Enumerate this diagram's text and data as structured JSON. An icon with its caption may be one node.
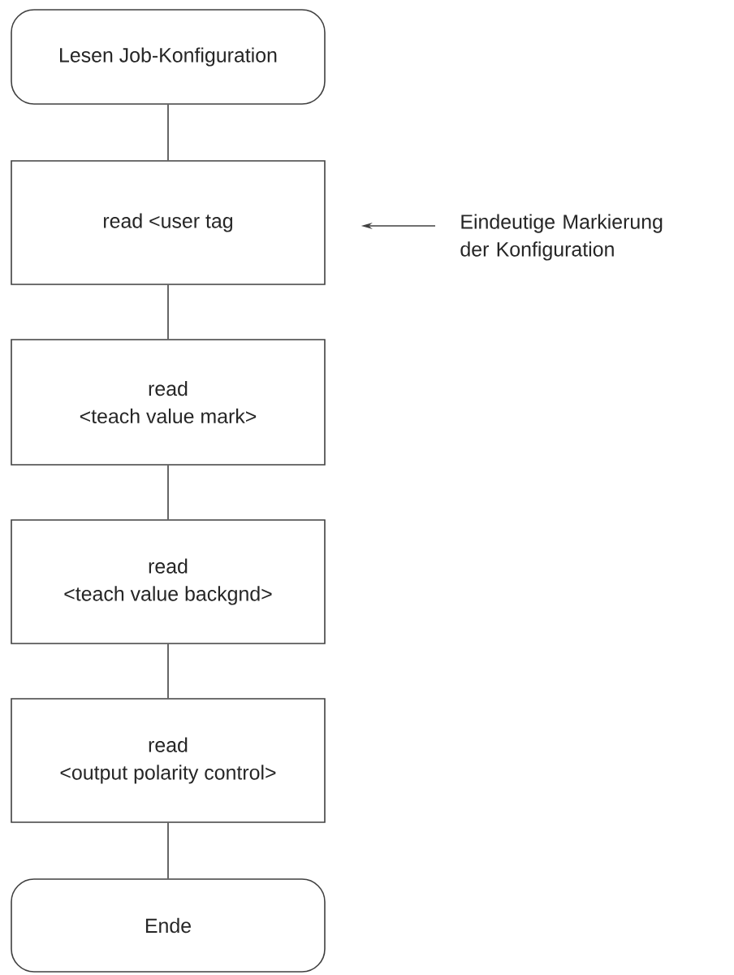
{
  "diagram": {
    "nodes": [
      {
        "text": [
          "Lesen Job-Konfiguration"
        ]
      },
      {
        "text": [
          "read <user tag"
        ]
      },
      {
        "text": [
          "read",
          "<teach value mark>"
        ]
      },
      {
        "text": [
          "read",
          "<teach value backgnd>"
        ]
      },
      {
        "text": [
          "read",
          "<output polarity control>"
        ]
      },
      {
        "text": [
          "Ende"
        ]
      },
      {
        "text": [
          "Eindeutige Markierung der Konfiguration"
        ]
      }
    ],
    "edges": [
      {
        "from": 0,
        "to": 1,
        "arrow": "none"
      },
      {
        "from": 1,
        "to": 2,
        "arrow": "none"
      },
      {
        "from": 2,
        "to": 3,
        "arrow": "none"
      },
      {
        "from": 3,
        "to": 4,
        "arrow": "none"
      },
      {
        "from": 4,
        "to": 5,
        "arrow": "none"
      },
      {
        "from": 6,
        "to": 1,
        "arrow": "to"
      }
    ]
  }
}
